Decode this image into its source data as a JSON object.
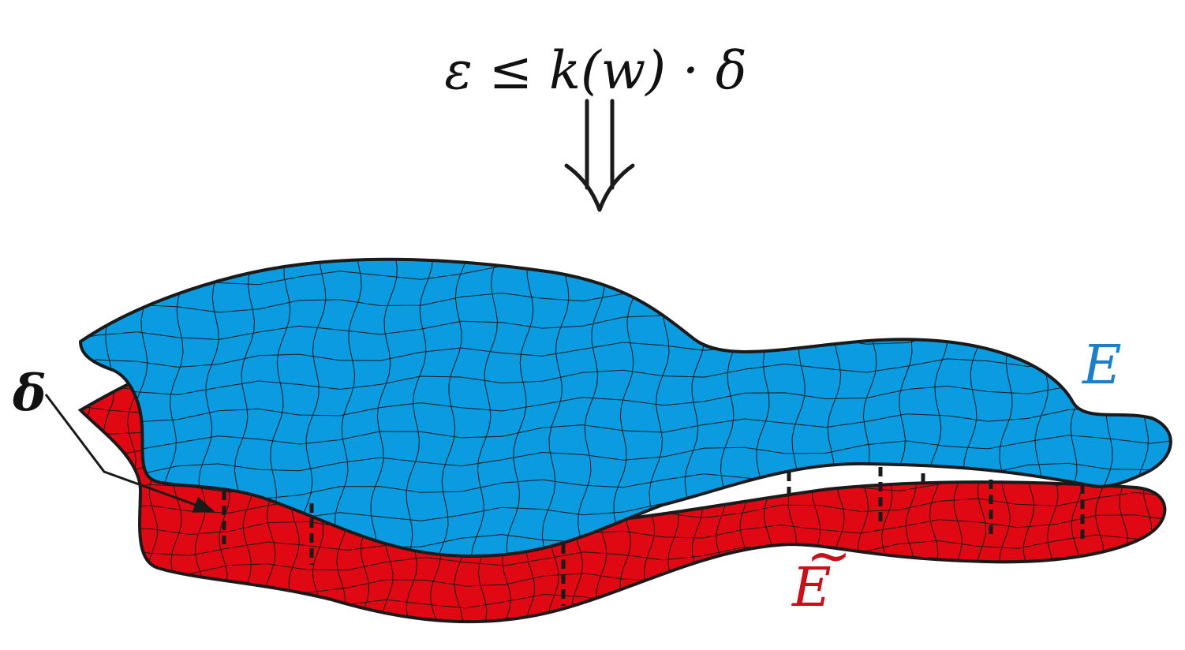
{
  "formula": {
    "text": "ε ≤ k(w) · δ"
  },
  "labels": {
    "surface_original": "E",
    "surface_perturbed": "E",
    "perturbed_tilde": "~",
    "offset": "δ"
  },
  "colors": {
    "surface_original": "#0a9be0",
    "surface_perturbed": "#e00813",
    "outline": "#1a1a1a",
    "label_original": "#1e7ec8",
    "label_perturbed": "#c7101a"
  },
  "icons": {
    "implies_arrow": "double-down-arrow-icon",
    "pointer_arrow": "pointer-arrow-icon"
  }
}
